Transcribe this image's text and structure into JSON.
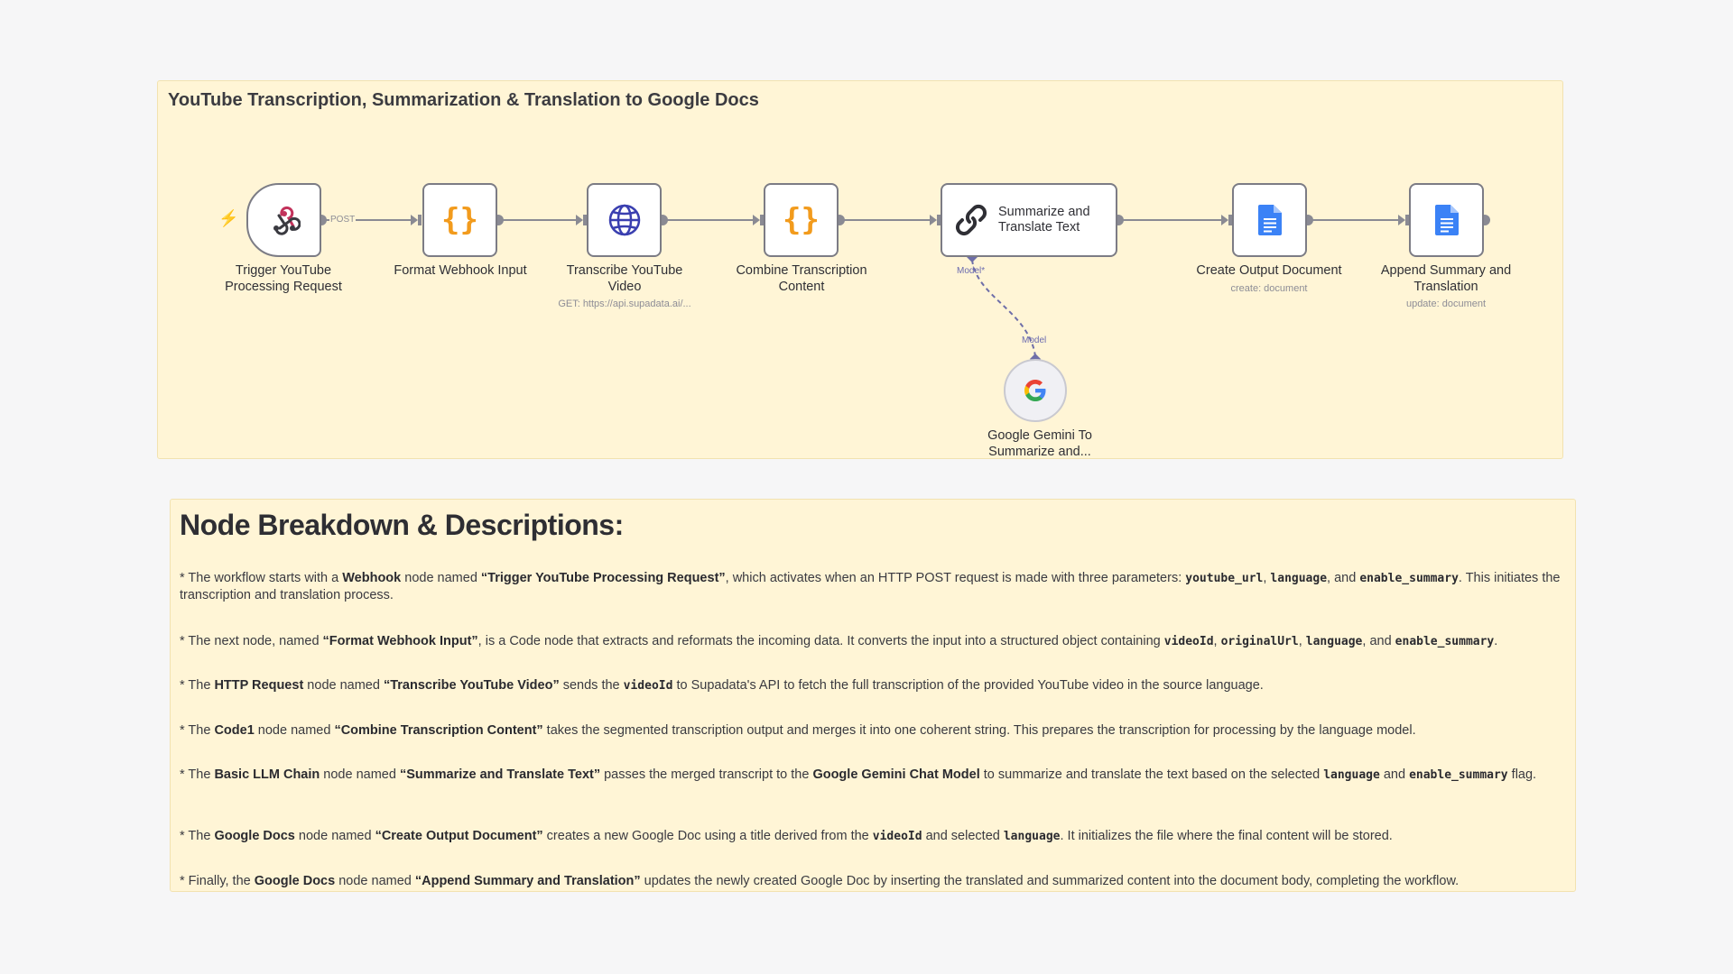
{
  "workflow": {
    "title": "YouTube Transcription, Summarization & Translation to Google Docs",
    "nodes": [
      {
        "id": "trigger",
        "name_line1": "Trigger YouTube",
        "name_line2": "Processing Request",
        "icon": "webhook-icon"
      },
      {
        "id": "format",
        "name_line1": "Format Webhook Input",
        "name_line2": "",
        "icon": "code-braces-icon"
      },
      {
        "id": "transcribe",
        "name_line1": "Transcribe YouTube",
        "name_line2": "Video",
        "subtitle": "GET: https://api.supadata.ai/...",
        "icon": "globe-icon"
      },
      {
        "id": "combine",
        "name_line1": "Combine Transcription",
        "name_line2": "Content",
        "icon": "code-braces-icon"
      },
      {
        "id": "summarize",
        "name_line1": "Summarize and",
        "name_line2": "Translate Text",
        "icon": "link-chain-icon"
      },
      {
        "id": "create",
        "name_line1": "Create Output Document",
        "name_line2": "",
        "subtitle": "create: document",
        "icon": "google-docs-icon"
      },
      {
        "id": "append",
        "name_line1": "Append Summary and",
        "name_line2": "Translation",
        "subtitle": "update: document",
        "icon": "google-docs-icon"
      },
      {
        "id": "gemini",
        "name_line1": "Google Gemini To",
        "name_line2": "Summarize and...",
        "icon": "google-g-icon"
      }
    ],
    "edge_label_post": "POST",
    "port_label_model_required": "Model*",
    "port_label_model": "Model"
  },
  "notes": {
    "heading": "Node Breakdown & Descriptions:",
    "paragraphs": [
      [
        {
          "t": "* The workflow starts with a "
        },
        {
          "t": "Webhook",
          "s": "b"
        },
        {
          "t": " node named "
        },
        {
          "t": "“Trigger YouTube Processing Request”",
          "s": "b"
        },
        {
          "t": ", which activates when an HTTP POST request is made with three parameters: "
        },
        {
          "t": "youtube_url",
          "s": "c"
        },
        {
          "t": ", "
        },
        {
          "t": "language",
          "s": "c"
        },
        {
          "t": ", and "
        },
        {
          "t": "enable_summary",
          "s": "c"
        },
        {
          "t": ". This initiates the transcription and translation process."
        }
      ],
      [
        {
          "t": "* The next node, named "
        },
        {
          "t": "“Format Webhook Input”",
          "s": "b"
        },
        {
          "t": ", is a Code node that extracts and reformats the incoming data. It converts the input into a structured object containing "
        },
        {
          "t": "videoId",
          "s": "c"
        },
        {
          "t": ", "
        },
        {
          "t": "originalUrl",
          "s": "c"
        },
        {
          "t": ", "
        },
        {
          "t": "language",
          "s": "c"
        },
        {
          "t": ", and "
        },
        {
          "t": "enable_summary",
          "s": "c"
        },
        {
          "t": "."
        }
      ],
      [
        {
          "t": "* The "
        },
        {
          "t": "HTTP Request",
          "s": "b"
        },
        {
          "t": " node named "
        },
        {
          "t": "“Transcribe YouTube Video”",
          "s": "b"
        },
        {
          "t": " sends the "
        },
        {
          "t": "videoId",
          "s": "c"
        },
        {
          "t": " to Supadata's API to fetch the full transcription of the provided YouTube video in the source language."
        }
      ],
      [
        {
          "t": "* The "
        },
        {
          "t": "Code1",
          "s": "b"
        },
        {
          "t": " node named "
        },
        {
          "t": "“Combine Transcription Content”",
          "s": "b"
        },
        {
          "t": " takes the segmented transcription output and merges it into one coherent string. This prepares the transcription for processing by the language model."
        }
      ],
      [
        {
          "t": "* The "
        },
        {
          "t": "Basic LLM Chain",
          "s": "b"
        },
        {
          "t": " node named "
        },
        {
          "t": "“Summarize and Translate Text”",
          "s": "b"
        },
        {
          "t": " passes the merged transcript to the "
        },
        {
          "t": "Google Gemini Chat Model",
          "s": "b"
        },
        {
          "t": " to summarize and translate the text based on the selected "
        },
        {
          "t": "language",
          "s": "c"
        },
        {
          "t": " and "
        },
        {
          "t": "enable_summary",
          "s": "c"
        },
        {
          "t": " flag."
        }
      ],
      [
        {
          "t": "* The "
        },
        {
          "t": "Google Docs",
          "s": "b"
        },
        {
          "t": " node named "
        },
        {
          "t": "“Create Output Document”",
          "s": "b"
        },
        {
          "t": " creates a new Google Doc using a title derived from the "
        },
        {
          "t": "videoId",
          "s": "c"
        },
        {
          "t": " and selected "
        },
        {
          "t": "language",
          "s": "c"
        },
        {
          "t": ". It initializes the file where the final content will be stored."
        }
      ],
      [
        {
          "t": "* Finally, the "
        },
        {
          "t": "Google Docs",
          "s": "b"
        },
        {
          "t": " node named "
        },
        {
          "t": "“Append Summary and Translation”",
          "s": "b"
        },
        {
          "t": " updates the newly created Google Doc by inserting the translated and summarized content into the document body, completing the workflow."
        }
      ]
    ]
  },
  "colors": {
    "sticky_bg": "#fff5d6",
    "wire": "#8a8a93",
    "ai_wire": "#6e6ea8",
    "trigger_bolt": "#f06a4a",
    "code_icon": "#f29b1d",
    "globe_icon": "#3a3fb0",
    "docs_icon": "#3b82f6"
  }
}
